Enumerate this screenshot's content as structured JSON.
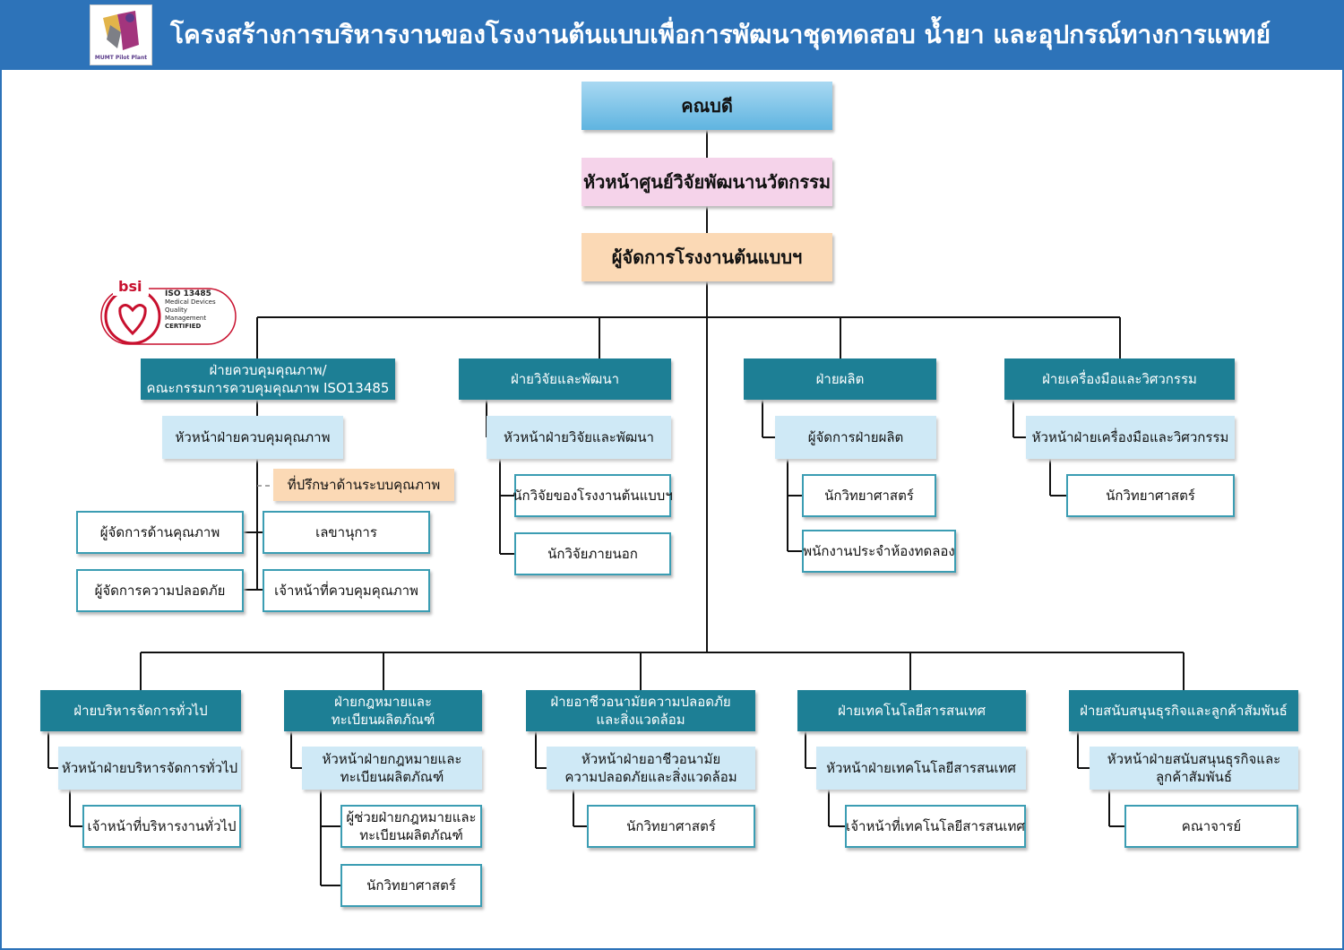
{
  "header": {
    "title": "โครงสร้างการบริหารงานของโรงงานต้นแบบเพื่อการพัฒนาชุดทดสอบ น้ำยา และอุปกรณ์ทางการแพทย์",
    "logo_text": "MUMT Pilot Plant"
  },
  "certification": {
    "brand": "bsi",
    "lines": [
      "ISO 13485",
      "Medical Devices",
      "Quality",
      "Management",
      "CERTIFIED"
    ]
  },
  "top": {
    "board": "คณบดี",
    "center_head": "หัวหน้าศูนย์วิจัยพัฒนานวัตกรรม",
    "plant_manager": "ผู้จัดการโรงงานต้นแบบฯ"
  },
  "qa": {
    "dept": "ฝ่ายควบคุมคุณภาพ/\nคณะกรรมการควบคุมคุณภาพ ISO13485",
    "lead": "หัวหน้าฝ่ายควบคุมคุณภาพ",
    "advisor": "ที่ปรึกษาด้านระบบคุณภาพ",
    "quality_manager": "ผู้จัดการด้านคุณภาพ",
    "safety_manager": "ผู้จัดการความปลอดภัย",
    "secretary": "เลขานุการ",
    "qc_officer": "เจ้าหน้าที่ควบคุมคุณภาพ"
  },
  "rnd": {
    "dept": "ฝ่ายวิจัยและพัฒนา",
    "lead": "หัวหน้าฝ่ายวิจัยและพัฒนา",
    "staff": [
      "นักวิจัยของโรงงานต้นแบบฯ",
      "นักวิจัยภายนอก"
    ]
  },
  "production": {
    "dept": "ฝ่ายผลิต",
    "lead": "ผู้จัดการฝ่ายผลิต",
    "staff": [
      "นักวิทยาศาสตร์",
      "พนักงานประจำห้องทดลอง"
    ]
  },
  "engineering": {
    "dept": "ฝ่ายเครื่องมือและวิศวกรรม",
    "lead": "หัวหน้าฝ่ายเครื่องมือและวิศวกรรม",
    "staff": [
      "นักวิทยาศาสตร์"
    ]
  },
  "admin": {
    "dept": "ฝ่ายบริหารจัดการทั่วไป",
    "lead": "หัวหน้าฝ่ายบริหารจัดการทั่วไป",
    "staff": [
      "เจ้าหน้าที่บริหารงานทั่วไป"
    ]
  },
  "legal": {
    "dept": "ฝ่ายกฎหมายและ\nทะเบียนผลิตภัณฑ์",
    "lead": "หัวหน้าฝ่ายกฎหมายและ\nทะเบียนผลิตภัณฑ์",
    "staff": [
      "ผู้ช่วยฝ่ายกฎหมายและ\nทะเบียนผลิตภัณฑ์",
      "นักวิทยาศาสตร์"
    ]
  },
  "safety": {
    "dept": "ฝ่ายอาชีวอนามัยความปลอดภัย\nและสิ่งแวดล้อม",
    "lead": "หัวหน้าฝ่ายอาชีวอนามัย\nความปลอดภัยและสิ่งแวดล้อม",
    "staff": [
      "นักวิทยาศาสตร์"
    ]
  },
  "it": {
    "dept": "ฝ่ายเทคโนโลยีสารสนเทศ",
    "lead": "หัวหน้าฝ่ายเทคโนโลยีสารสนเทศ",
    "staff": [
      "เจ้าหน้าที่เทคโนโลยีสารสนเทศ"
    ]
  },
  "business": {
    "dept": "ฝ่ายสนับสนุนธุรกิจและลูกค้าสัมพันธ์",
    "lead": "หัวหน้าฝ่ายสนับสนุนธุรกิจและ\nลูกค้าสัมพันธ์",
    "staff": [
      "คณาจารย์"
    ]
  },
  "colors": {
    "header": "#2d73b9",
    "dept": "#1d7f95",
    "lead": "#cfe9f6",
    "staff_border": "#3b9db3",
    "board": "#5fb4e0",
    "head": "#f5d3ea",
    "manager": "#fbd9b5"
  }
}
